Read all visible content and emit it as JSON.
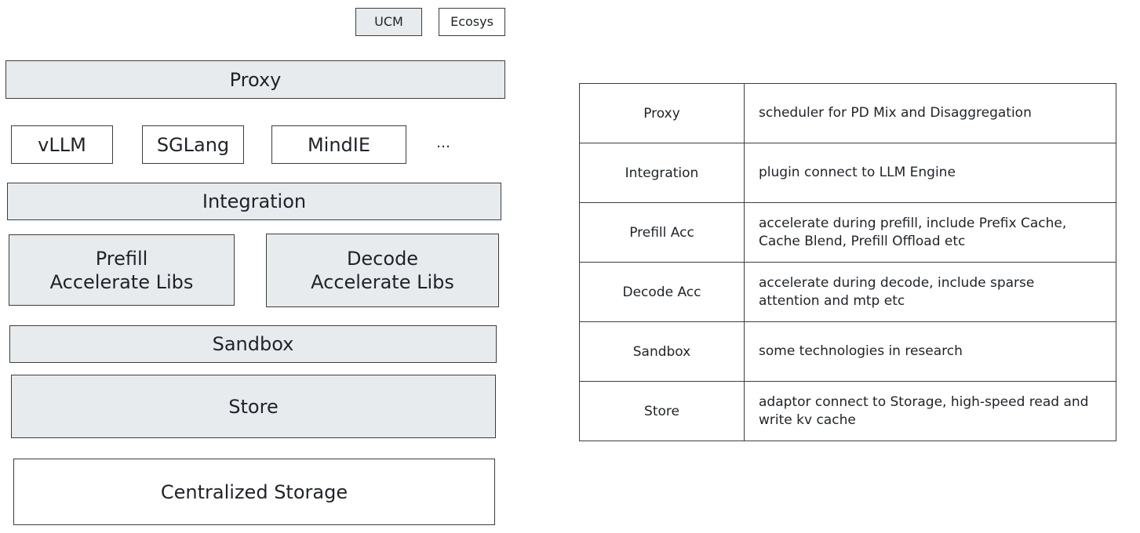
{
  "legend": {
    "ucm": "UCM",
    "ecosys": "Ecosys"
  },
  "layers": {
    "proxy": "Proxy",
    "engines": [
      "vLLM",
      "SGLang",
      "MindIE"
    ],
    "ellipsis": "…",
    "integration": "Integration",
    "prefill": "Prefill\nAccelerate Libs",
    "decode": "Decode\nAccelerate Libs",
    "sandbox": "Sandbox",
    "store": "Store",
    "storage": "Centralized Storage"
  },
  "table": {
    "rows": [
      {
        "name": "Proxy",
        "desc": "scheduler for PD Mix and Disaggregation"
      },
      {
        "name": "Integration",
        "desc": "plugin connect to LLM Engine"
      },
      {
        "name": "Prefill Acc",
        "desc": "accelerate during prefill, include Prefix Cache, Cache Blend, Prefill Offload etc"
      },
      {
        "name": "Decode Acc",
        "desc": "accelerate during decode, include sparse attention and mtp etc"
      },
      {
        "name": "Sandbox",
        "desc": "some technologies in research"
      },
      {
        "name": "Store",
        "desc": "adaptor connect to Storage, high-speed read and write kv cache"
      }
    ]
  },
  "colors": {
    "ucm_fill": "#e8ebee",
    "ecosys_fill": "#ffffff",
    "border": "#3d3d3d"
  }
}
